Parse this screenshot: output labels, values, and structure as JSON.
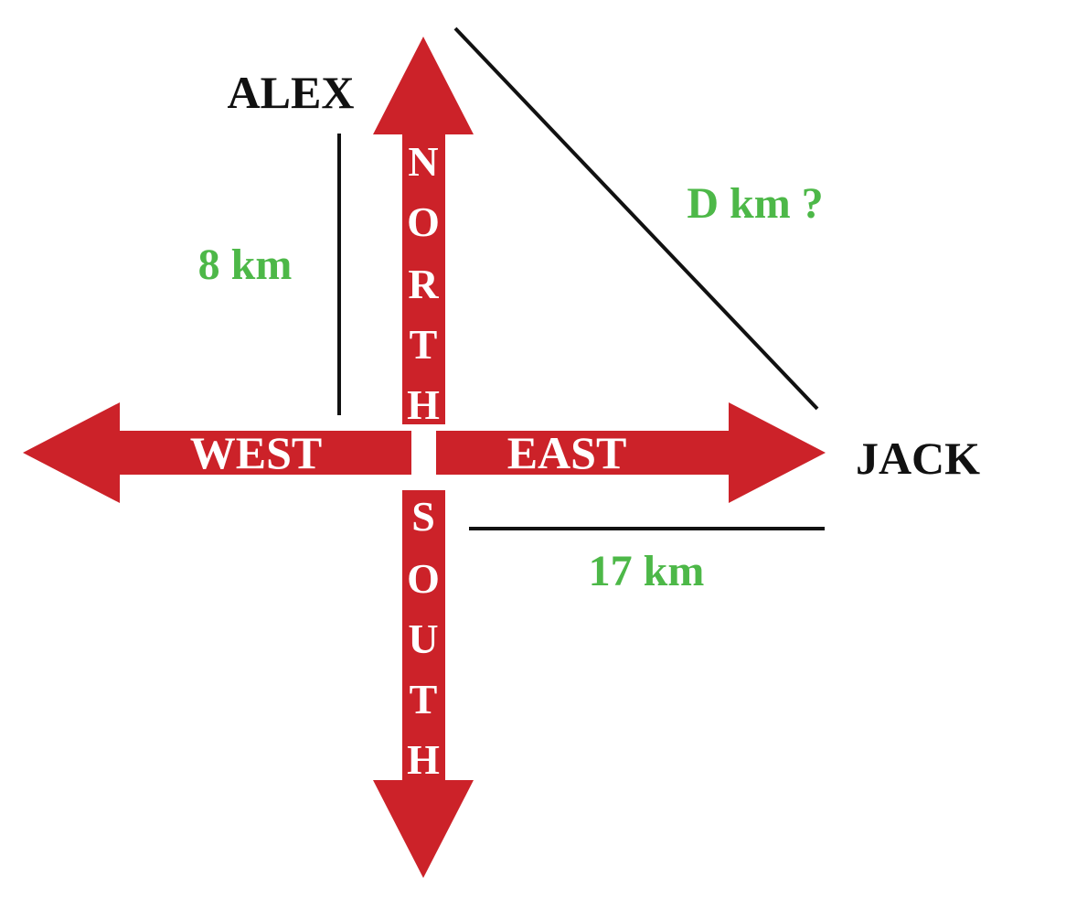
{
  "labels": {
    "alex": "ALEX",
    "jack": "JACK",
    "north_to_alex": "8 km",
    "east_to_jack": "17 km",
    "distance": "D km ?"
  },
  "compass": {
    "north": [
      "N",
      "O",
      "R",
      "T",
      "H"
    ],
    "south": [
      "S",
      "O",
      "U",
      "T",
      "H"
    ],
    "west": "WEST",
    "east": "EAST"
  },
  "colors": {
    "arrow": "#cc2229",
    "arrow_text": "#ffffff",
    "name_text": "#111111",
    "measure_text": "#4db848",
    "line": "#111111"
  }
}
